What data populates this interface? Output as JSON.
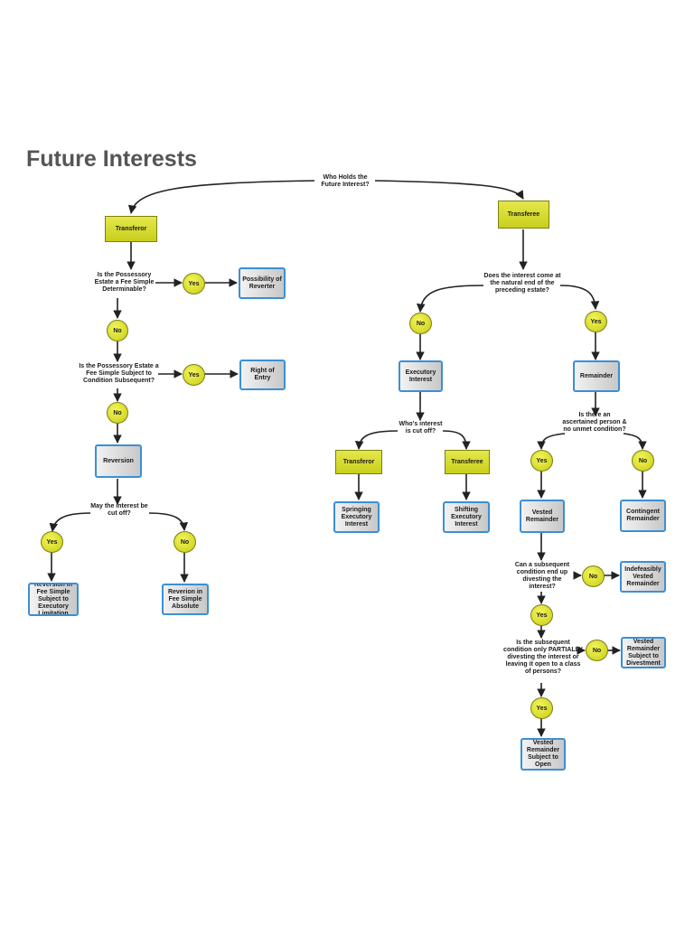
{
  "title": "Future Interests",
  "questions": {
    "q_who": "Who Holds the Future Interest?",
    "q_fee_simple_det": "Is the Possessory Estate a Fee Simple Determinable?",
    "q_fee_simple_cond": "Is the Possessory Estate a Fee Simple Subject to Condition Subsequent?",
    "q_cut_off": "May the interest be cut off?",
    "q_natural_end": "Does the interest come at the natural end of the preceding estate?",
    "q_whos_cut": "Who's interest is cut off?",
    "q_ascertained": "Is there an ascertained person & no unmet condition?",
    "q_subsequent": "Can a subsequent condition end up divesting the interest?",
    "q_partially": "Is the subsequent condition only PARTIALLY divesting the interest or leaving it open to a class of persons?"
  },
  "parties": {
    "transferor": "Transferor",
    "transferee": "Transferee",
    "transferor2": "Transferor",
    "transferee2": "Transferee"
  },
  "answers": {
    "yes": "Yes",
    "no": "No"
  },
  "outcomes": {
    "possibility_of_reverter": "Possibility of Reverter",
    "right_of_entry": "Right of Entry",
    "reversion": "Reversion",
    "reversion_exec": "Reversion in Fee Simple Subject to Executory Limitation",
    "reversion_absolute": "Reverion in Fee Simple Absolute",
    "executory_interest": "Executory Interest",
    "remainder": "Remainder",
    "springing": "Springing Executory Interest",
    "shifting": "Shifting Executory Interest",
    "vested_remainder": "Vested Remainder",
    "contingent_remainder": "Contingent Remainder",
    "indefeasibly_vested": "Indefeasibly Vested Remainder",
    "vested_divestment": "Vested Remainder Subject to Divestment",
    "vested_open": "Vested Remainder Subject to Open"
  }
}
